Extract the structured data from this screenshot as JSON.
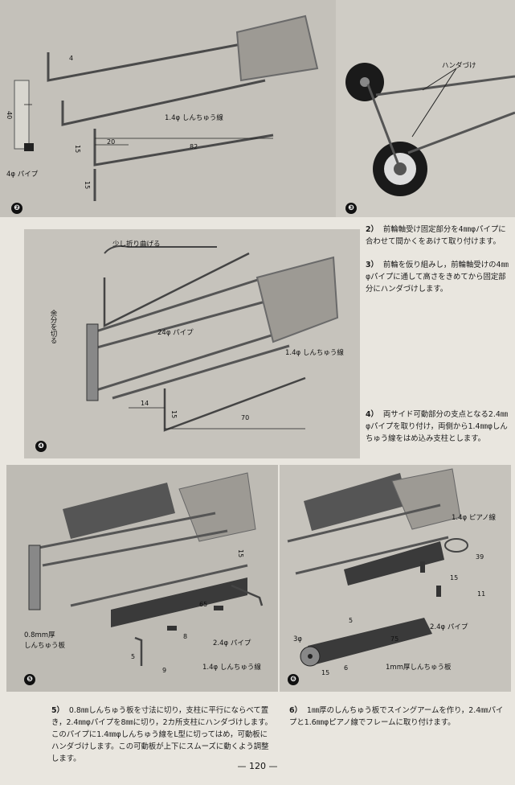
{
  "page_number": "— 120 —",
  "figures": {
    "fig2": {
      "number": "❷",
      "labels": {
        "wire": "1.4φ しんちゅう線",
        "pipe": "4φ パイプ"
      },
      "dims": {
        "d4": "4",
        "d40": "40",
        "d20": "20",
        "d82": "82",
        "d15a": "15",
        "d15b": "15"
      }
    },
    "fig3": {
      "number": "❸",
      "labels": {
        "solder": "ハンダづけ"
      }
    },
    "fig4": {
      "number": "❹",
      "labels": {
        "bend": "少し折り曲げる",
        "pipe": "24φ パイプ",
        "wire": "1.4φ しんちゅう線",
        "cut": "余分を切る"
      },
      "dims": {
        "d14": "14",
        "d15": "15",
        "d70": "70"
      }
    },
    "fig5": {
      "number": "❺",
      "labels": {
        "plate1": "0.8mm厚",
        "plate2": "しんちゅう板",
        "pipe": "2.4φ パイプ",
        "wire": "1.4φ しんちゅう線"
      },
      "dims": {
        "d15": "15",
        "d65": "65",
        "d8": "8",
        "d5": "5",
        "d9": "9"
      }
    },
    "fig6": {
      "number": "❻",
      "labels": {
        "piano": "1.4φ ピアノ線",
        "pipe": "2.4φ パイプ",
        "plate": "1mm厚しんちゅう板",
        "d3": "3φ"
      },
      "dims": {
        "d39": "39",
        "d15a": "15",
        "d11": "11",
        "d5": "5",
        "d75": "75",
        "d15b": "15",
        "d6": "6"
      }
    }
  },
  "paragraphs": {
    "p2": {
      "num": "2）",
      "text": "前輪軸受け固定部分を4㎜φパイプに合わせて間かくをあけて取り付けます。"
    },
    "p3": {
      "num": "3）",
      "text": "前輪を仮り組みし，前輪軸受けの4㎜φパイプに通して高さをきめてから固定部分にハンダづけします。"
    },
    "p4": {
      "num": "4）",
      "text": "両サイド可動部分の支点となる2.4㎜φパイプを取り付け，両側から1.4㎜φしんちゅう線をはめ込み支柱とします。"
    },
    "p5": {
      "num": "5）",
      "text": "0.8㎜しんちゅう板を寸法に切り，支柱に平行にならべて置き，2.4㎜φパイプを8㎜に切り，2カ所支柱にハンダづけします。このパイプに1.4㎜φしんちゅう線をL型に切ってはめ，可動板にハンダづけします。この可動板が上下にスムーズに動くよう調整します。"
    },
    "p6": {
      "num": "6）",
      "text": "1㎜厚のしんちゅう板でスイングアームを作り，2.4㎜パイプと1.6㎜φピアノ線でフレームに取り付けます。"
    }
  }
}
